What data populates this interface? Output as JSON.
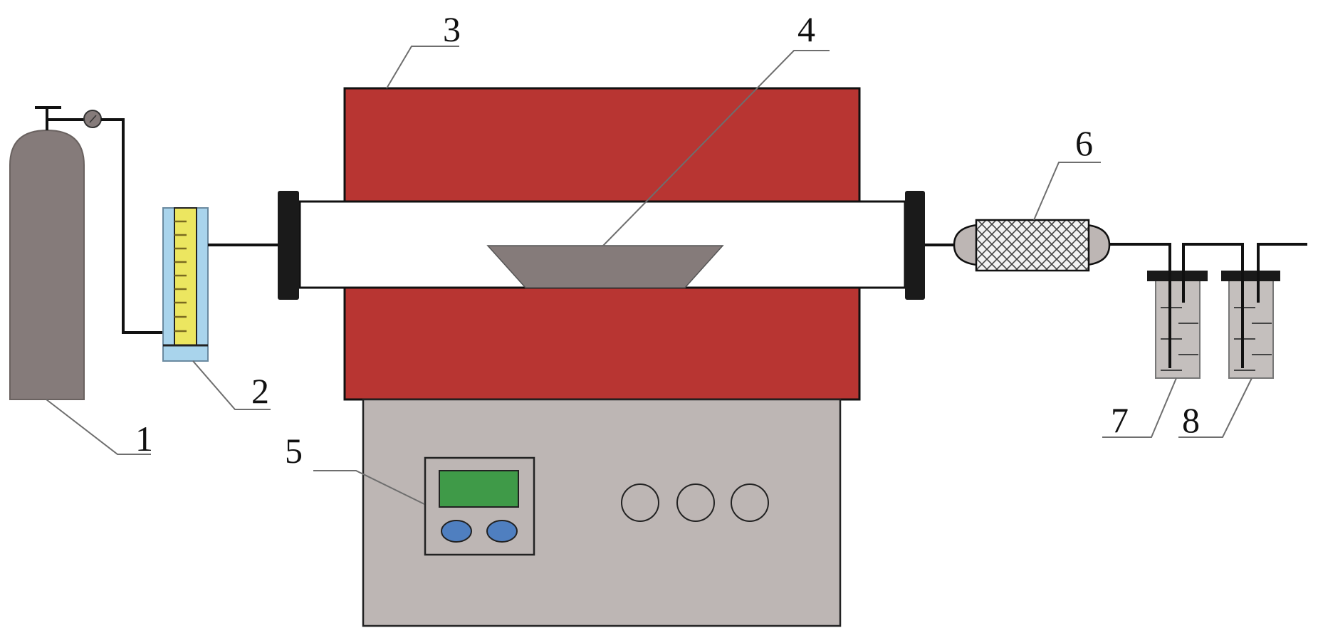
{
  "labels": {
    "gas_cylinder": "1",
    "flowmeter": "2",
    "tube_furnace": "3",
    "sample_boat": "4",
    "controller": "5",
    "filter": "6",
    "absorption_bottle_1": "7",
    "absorption_bottle_2": "8"
  },
  "colors": {
    "furnace": "#b83532",
    "cylinder": "#857b7a",
    "boat": "#857b7a",
    "base": "#bdb6b4",
    "display": "#3f9a48",
    "buttons": "#4f7fc0",
    "flowmeter_glass": "#a9d4ec",
    "flowmeter_scale": "#ece660",
    "bottle": "#c4bfbd"
  }
}
